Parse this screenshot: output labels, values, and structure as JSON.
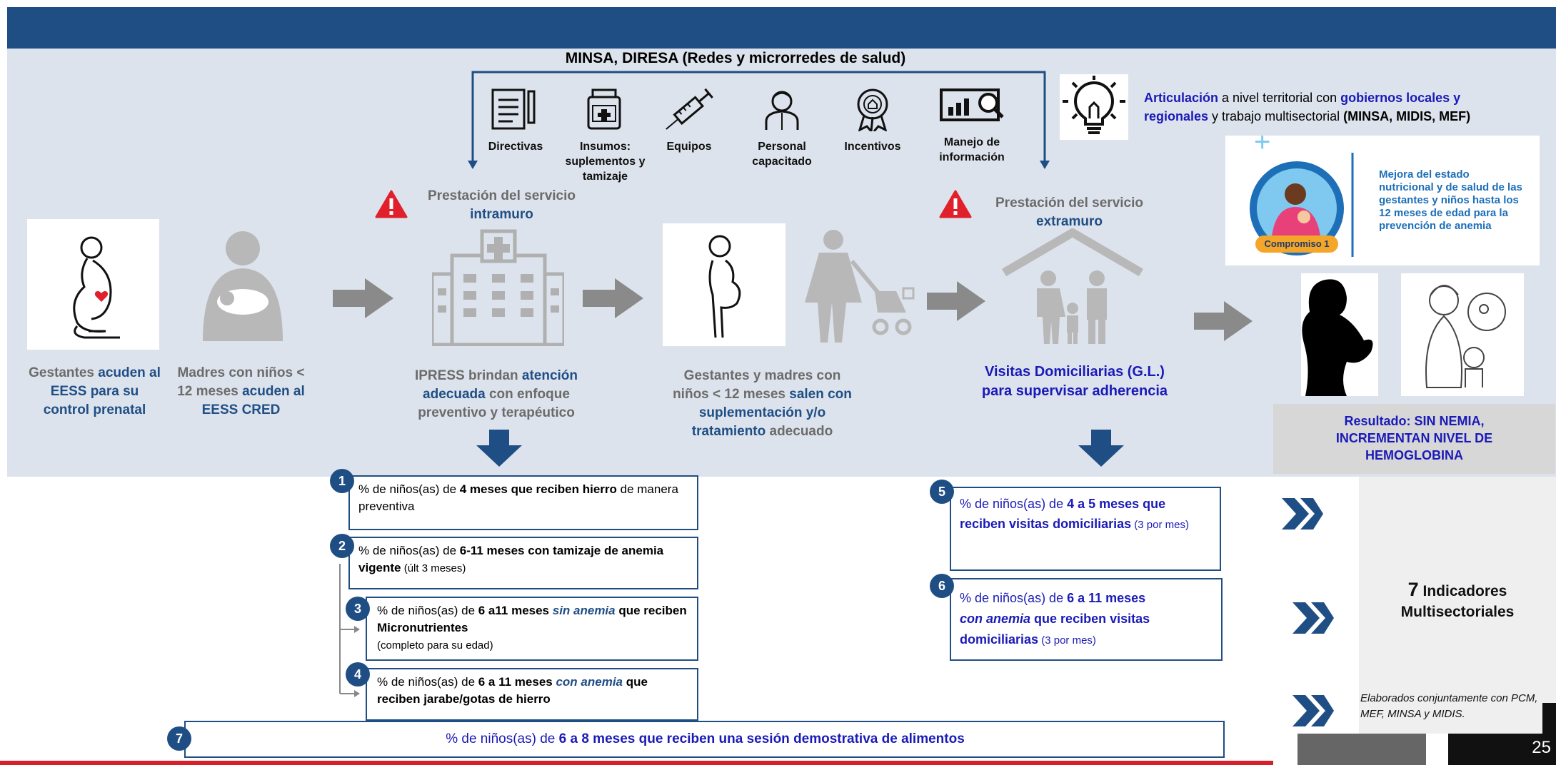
{
  "header": {
    "top_label": "MINSA, DIRESA (Redes y microrredes de salud)"
  },
  "resources": [
    {
      "icon": "document-icon",
      "label": "Directivas"
    },
    {
      "icon": "medicine-jar-icon",
      "label": "Insumos: suplementos y tamizaje"
    },
    {
      "icon": "syringe-icon",
      "label": "Equipos"
    },
    {
      "icon": "doctor-icon",
      "label": "Personal capacitado"
    },
    {
      "icon": "award-icon",
      "label": "Incentivos"
    },
    {
      "icon": "data-screen-icon",
      "label": "Manejo de información"
    }
  ],
  "articulation": {
    "p1": "Articulación",
    "p2": " a nivel territorial con ",
    "p3": "gobiernos locales y regionales",
    "p4": " y trabajo multisectorial ",
    "p5": "(MINSA, MIDIS, MEF)"
  },
  "intramuro": {
    "l1": "Prestación del servicio",
    "l2": "intramuro"
  },
  "extramuro": {
    "l1": "Prestación del servicio",
    "l2": "extramuro"
  },
  "flow": {
    "c1": {
      "a": "Gestantes ",
      "b": "acuden al EESS para su control prenatal"
    },
    "c2": {
      "a": "Madres con niños < 12 meses ",
      "b": "acuden al EESS CRED"
    },
    "c3": {
      "a": "IPRESS brindan ",
      "b": "atención adecuada",
      "c": " con enfoque preventivo y terapéutico"
    },
    "c4": {
      "a": "Gestantes y madres con niños < 12 meses ",
      "b": "salen con suplementación y/o tratamiento",
      "c": " adecuado"
    },
    "c5": "Visitas Domiciliarias (G.L.) para supervisar adherencia"
  },
  "compromiso": {
    "badge": "Compromiso 1",
    "text": "Mejora del estado nutricional y de salud de las gestantes y niños hasta los 12 meses de edad para la prevención de anemia"
  },
  "resultado": "Resultado: SIN NEMIA, INCREMENTAN NIVEL DE HEMOGLOBINA",
  "indicators": [
    {
      "n": "1",
      "pre": "% de niños(as) de ",
      "bold": "4 meses que reciben hierro",
      "post": " de manera preventiva"
    },
    {
      "n": "2",
      "pre": "% de niños(as) de ",
      "bold": "6-11 meses con tamizaje de anemia vigente",
      "post": " (últ 3 meses)"
    },
    {
      "n": "3",
      "pre": "% de niños(as) de ",
      "bold": "6 a11 meses ",
      "ital": "sin anemia",
      "bold2": " que reciben Micronutrientes",
      "post": "(completo para su edad)"
    },
    {
      "n": "4",
      "pre": "% de niños(as) de ",
      "bold": "6 a 11 meses ",
      "ital": "con anemia",
      "bold2": " que reciben jarabe/gotas de hierro"
    },
    {
      "n": "5",
      "pre": "% de niños(as) de ",
      "bold": "4 a 5 meses  que reciben visitas domiciliarias",
      "post": " (3 por mes)"
    },
    {
      "n": "6",
      "pre": "% de niños(as) de ",
      "bold": "6 a 11 meses",
      "ital": "con anemia",
      "bold2": " que reciben visitas domiciliarias",
      "post": " (3 por mes)"
    },
    {
      "n": "7",
      "pre": "% de niños(as) de ",
      "bold": "6 a 8 meses que reciben una sesión demostrativa de alimentos"
    }
  ],
  "summary": {
    "num": "7",
    "label1": " Indicadores",
    "label2": "Multisectoriales"
  },
  "note": "Elaborados conjuntamente con PCM, MEF, MINSA y MIDIS.",
  "page_number": "25"
}
